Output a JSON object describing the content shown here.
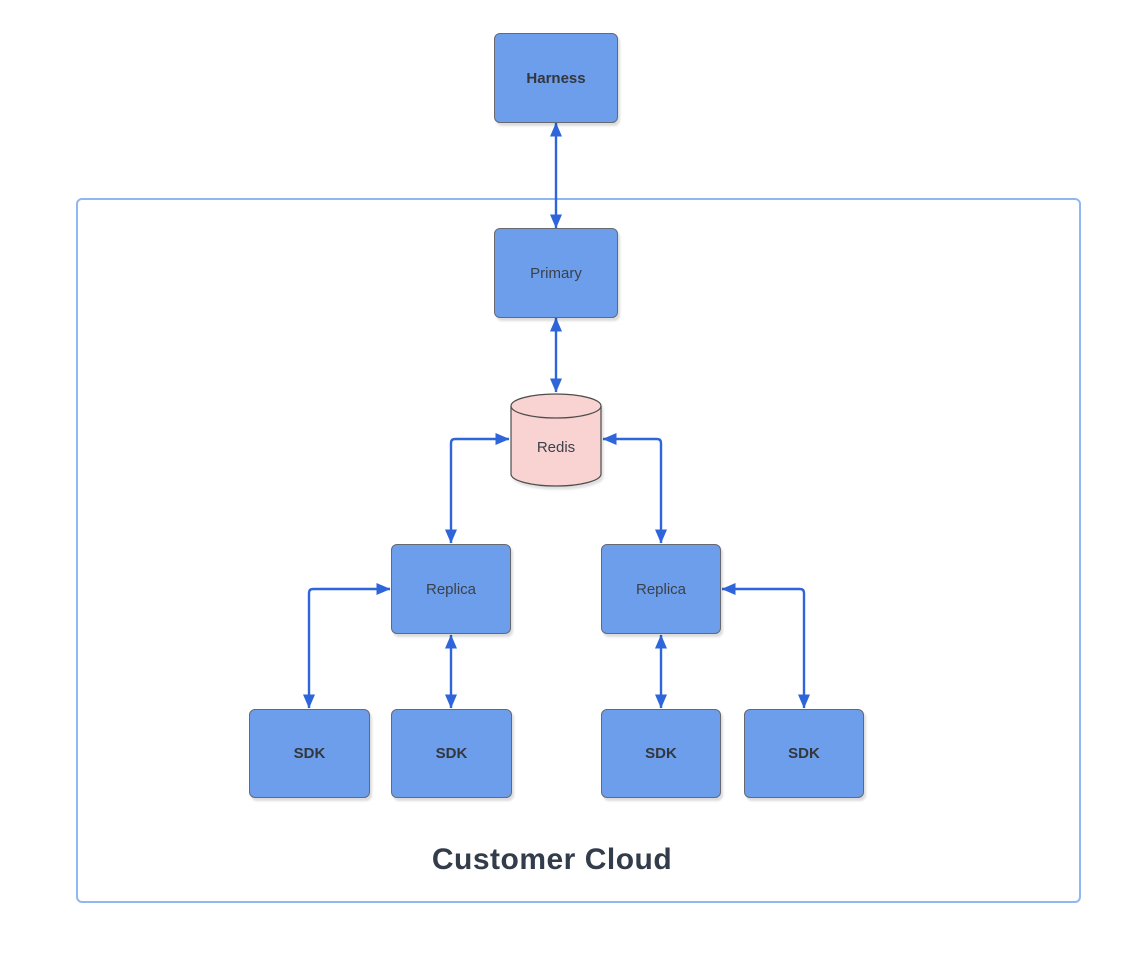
{
  "diagram": {
    "type": "architecture-diagram",
    "container": {
      "label": "Customer Cloud"
    },
    "nodes": [
      {
        "id": "harness",
        "label": "Harness",
        "shape": "rect",
        "emphasis": "bold",
        "fill": "#6D9EEB"
      },
      {
        "id": "primary",
        "label": "Primary",
        "shape": "rect",
        "emphasis": "regular",
        "fill": "#6D9EEB"
      },
      {
        "id": "redis",
        "label": "Redis",
        "shape": "cylinder",
        "emphasis": "regular",
        "fill": "#F8D3D1"
      },
      {
        "id": "replica-left",
        "label": "Replica",
        "shape": "rect",
        "emphasis": "regular",
        "fill": "#6D9EEB"
      },
      {
        "id": "replica-right",
        "label": "Replica",
        "shape": "rect",
        "emphasis": "regular",
        "fill": "#6D9EEB"
      },
      {
        "id": "sdk-1",
        "label": "SDK",
        "shape": "rect",
        "emphasis": "bold",
        "fill": "#6D9EEB"
      },
      {
        "id": "sdk-2",
        "label": "SDK",
        "shape": "rect",
        "emphasis": "bold",
        "fill": "#6D9EEB"
      },
      {
        "id": "sdk-3",
        "label": "SDK",
        "shape": "rect",
        "emphasis": "bold",
        "fill": "#6D9EEB"
      },
      {
        "id": "sdk-4",
        "label": "SDK",
        "shape": "rect",
        "emphasis": "bold",
        "fill": "#6D9EEB"
      }
    ],
    "edges": [
      {
        "from": "harness",
        "to": "primary",
        "style": "bidirectional-arrow"
      },
      {
        "from": "primary",
        "to": "redis",
        "style": "bidirectional-arrow"
      },
      {
        "from": "redis",
        "to": "replica-left",
        "style": "bidirectional-arrow"
      },
      {
        "from": "redis",
        "to": "replica-right",
        "style": "bidirectional-arrow"
      },
      {
        "from": "replica-left",
        "to": "sdk-1",
        "style": "bidirectional-arrow"
      },
      {
        "from": "replica-left",
        "to": "sdk-2",
        "style": "bidirectional-arrow"
      },
      {
        "from": "replica-right",
        "to": "sdk-3",
        "style": "bidirectional-arrow"
      },
      {
        "from": "replica-right",
        "to": "sdk-4",
        "style": "bidirectional-arrow"
      }
    ],
    "colors": {
      "node_fill": "#6D9EEB",
      "node_border": "#66696F",
      "cylinder_fill": "#F8D3D1",
      "cylinder_border": "#4D4D4D",
      "edge": "#2F65DB",
      "container_border": "#8FB7F4",
      "container_label_text": "#333C4A",
      "node_text": "#3A414B"
    }
  }
}
